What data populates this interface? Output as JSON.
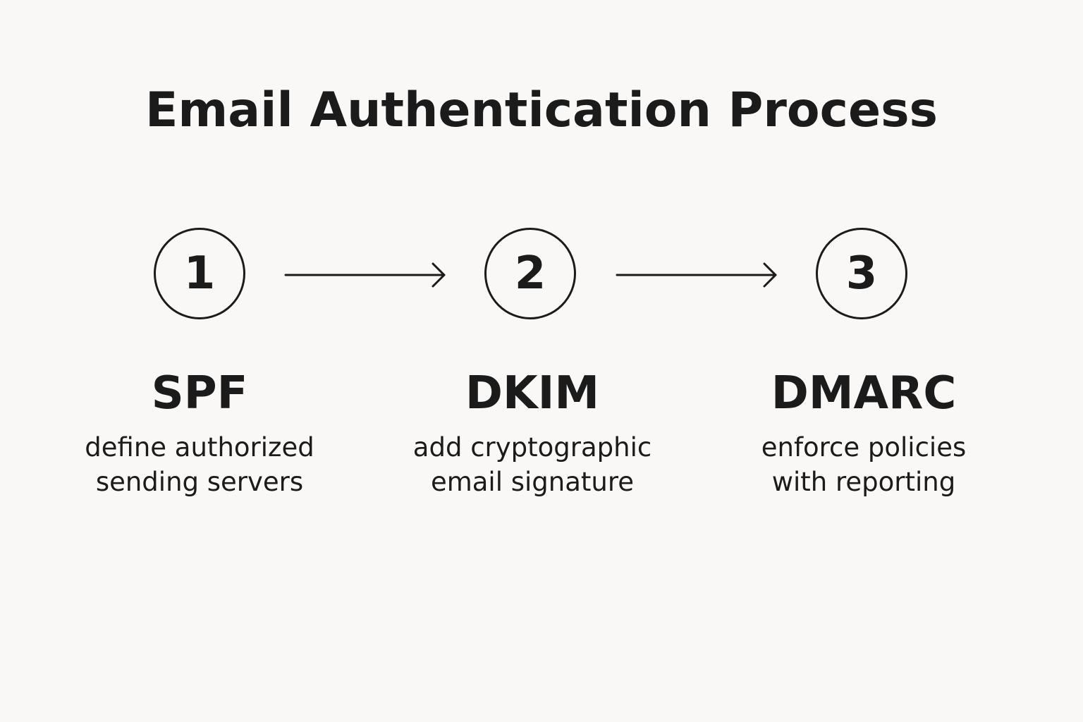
{
  "title": "Email Authentication Process",
  "steps": [
    {
      "number": "1",
      "name": "SPF",
      "description": [
        "define authorized",
        "sending servers"
      ]
    },
    {
      "number": "2",
      "name": "DKIM",
      "description": [
        "add cryptographic",
        "email signature"
      ]
    },
    {
      "number": "3",
      "name": "DMARC",
      "description": [
        "enforce policies",
        "with reporting"
      ]
    }
  ],
  "colors": {
    "background": "#f9f8f6",
    "ink": "#1b1b1b"
  },
  "icons": {
    "connector": "arrow-right-icon"
  }
}
